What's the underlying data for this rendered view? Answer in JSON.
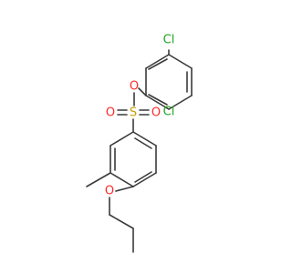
{
  "molecule": {
    "colors": {
      "bond": "#3a3a3a",
      "oxygen": "#ff2a2a",
      "sulfur": "#c8a000",
      "chlorine": "#1fa41f"
    },
    "atoms": [
      {
        "id": "cl_top",
        "label": "Cl",
        "element": "chlorine"
      },
      {
        "id": "cl_right",
        "label": "Cl",
        "element": "chlorine"
      },
      {
        "id": "o_ester",
        "label": "O",
        "element": "oxygen"
      },
      {
        "id": "s_sulfonyl",
        "label": "S",
        "element": "sulfur"
      },
      {
        "id": "o_sulfonyl_left",
        "label": "O",
        "element": "oxygen"
      },
      {
        "id": "o_sulfonyl_right",
        "label": "O",
        "element": "oxygen"
      },
      {
        "id": "o_ether",
        "label": "O",
        "element": "oxygen"
      }
    ]
  }
}
